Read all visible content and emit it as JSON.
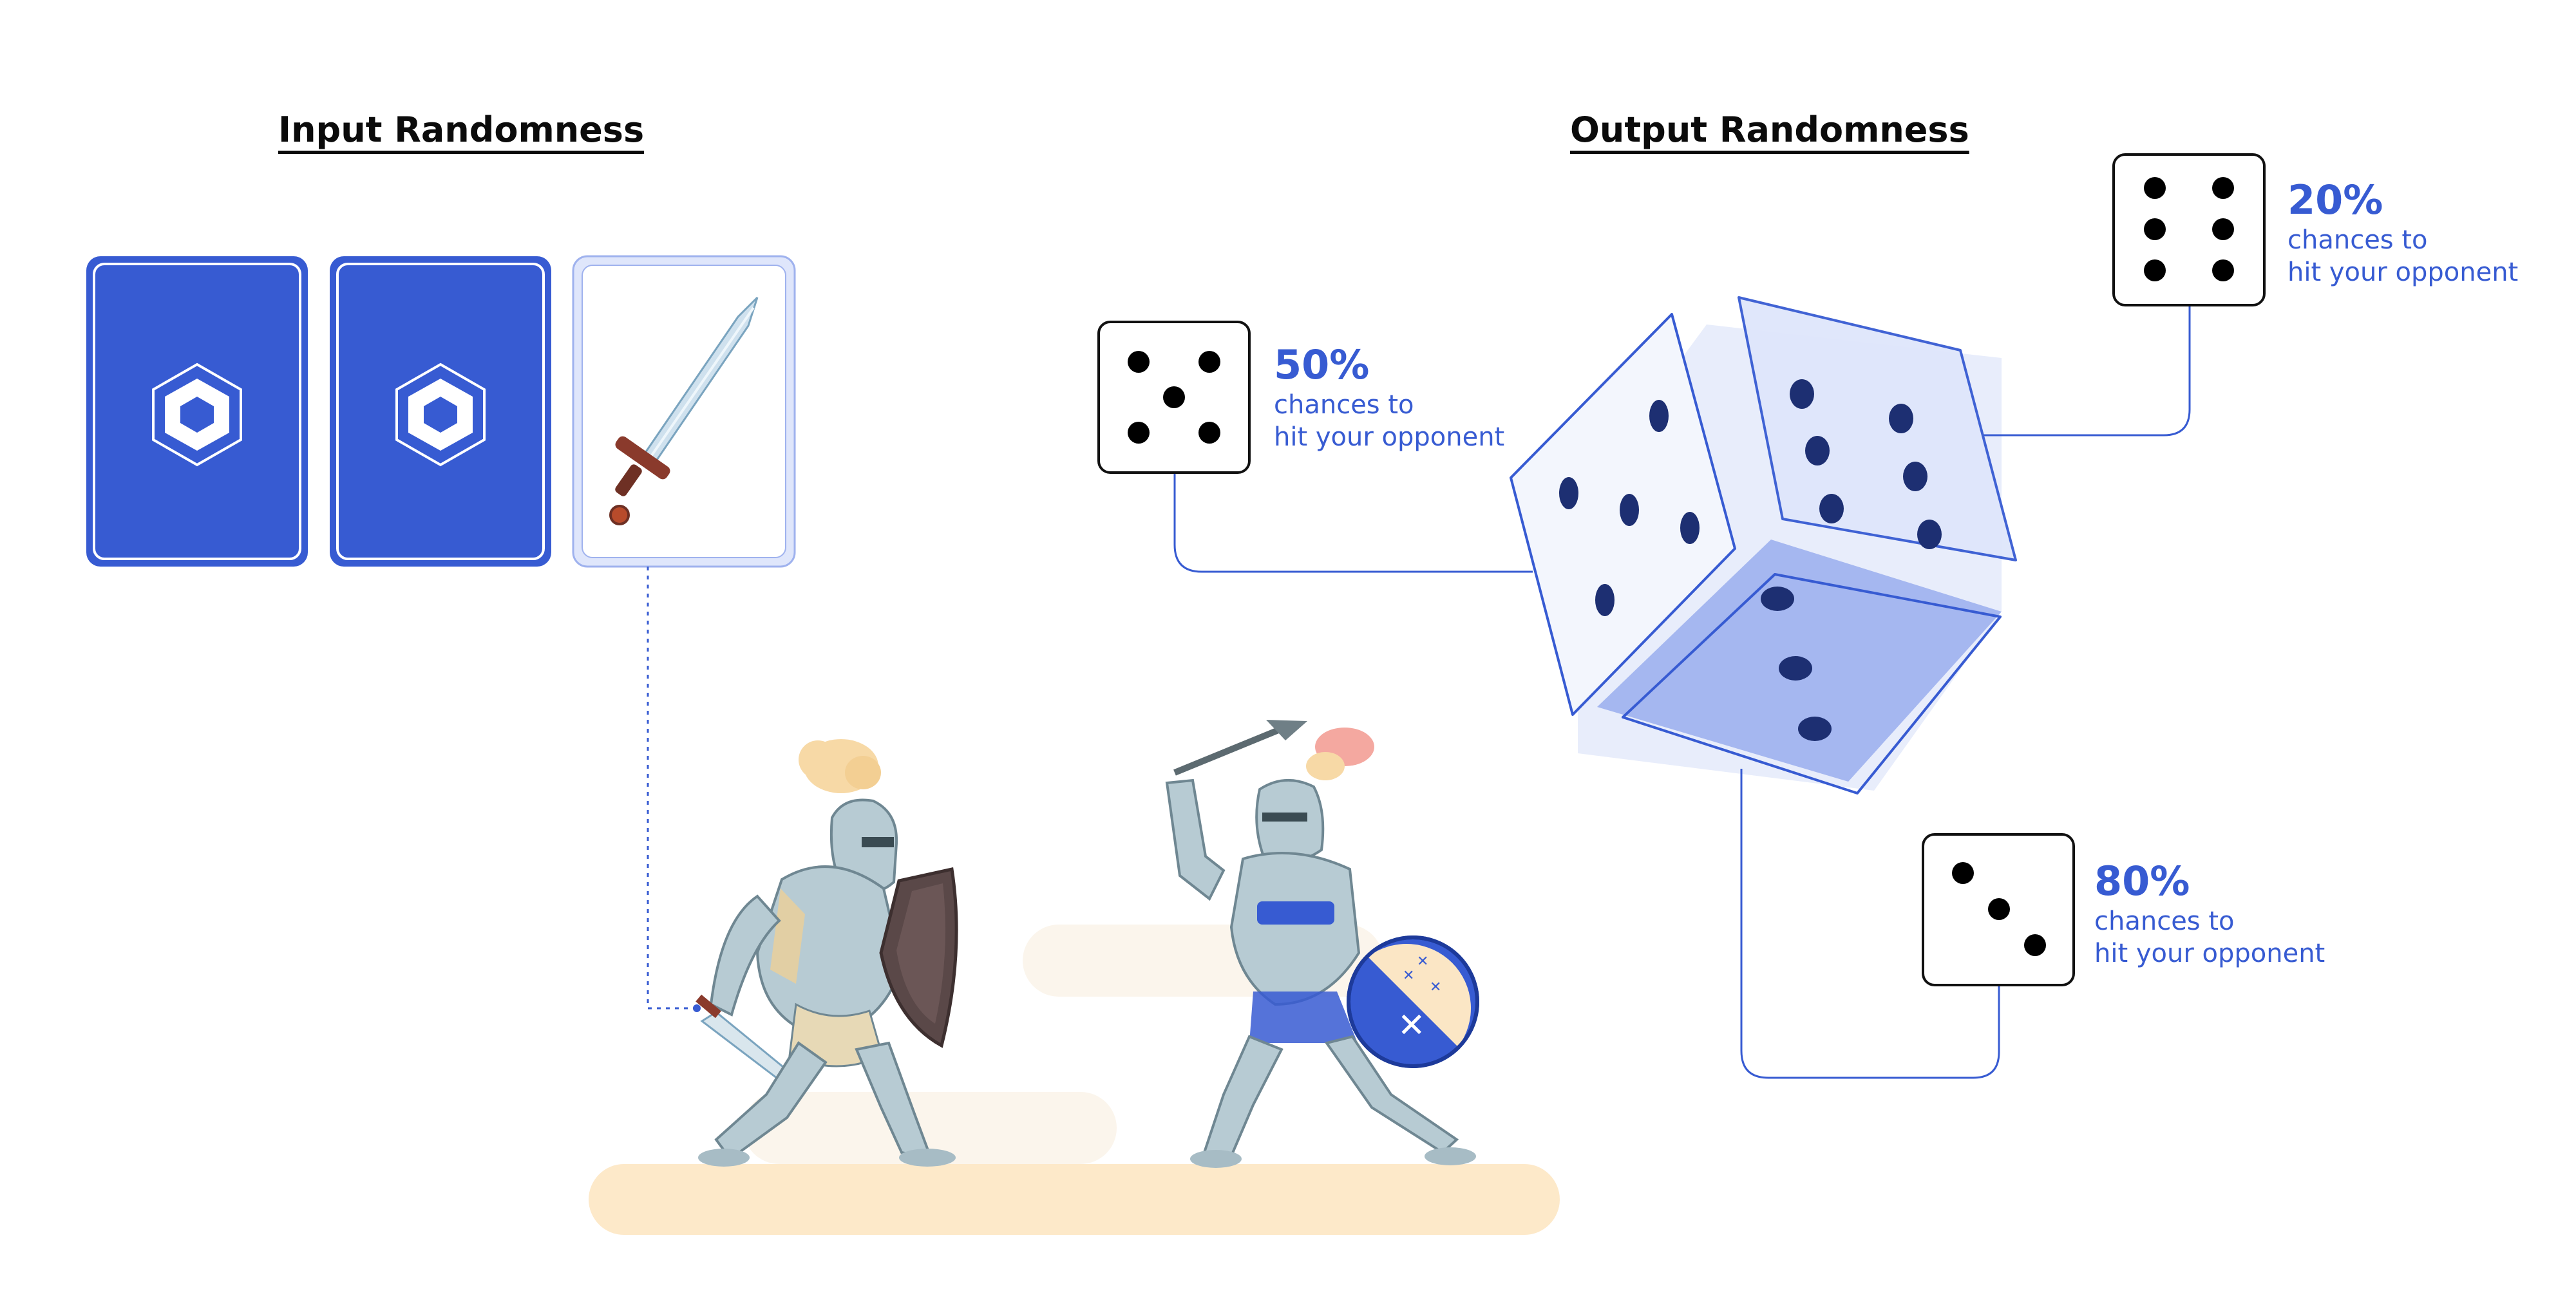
{
  "headings": {
    "input": "Input Randomness",
    "output": "Output Randomness"
  },
  "cards": [
    {
      "kind": "face-down",
      "icon": "chainlink-hexagon-icon"
    },
    {
      "kind": "face-down",
      "icon": "chainlink-hexagon-icon"
    },
    {
      "kind": "face-up",
      "icon": "sword-icon"
    }
  ],
  "dice_outcomes": [
    {
      "face": 5,
      "percent": "50%",
      "line1": "chances to",
      "line2": "hit your opponent"
    },
    {
      "face": 6,
      "percent": "20%",
      "line1": "chances to",
      "line2": "hit your opponent"
    },
    {
      "face": 3,
      "percent": "80%",
      "line1": "chances to",
      "line2": "hit your opponent"
    }
  ],
  "colors": {
    "brand_blue": "#375bd2",
    "ink": "#0b0b0b",
    "ground": "#fde9c9",
    "armor": "#b7cbd3"
  }
}
